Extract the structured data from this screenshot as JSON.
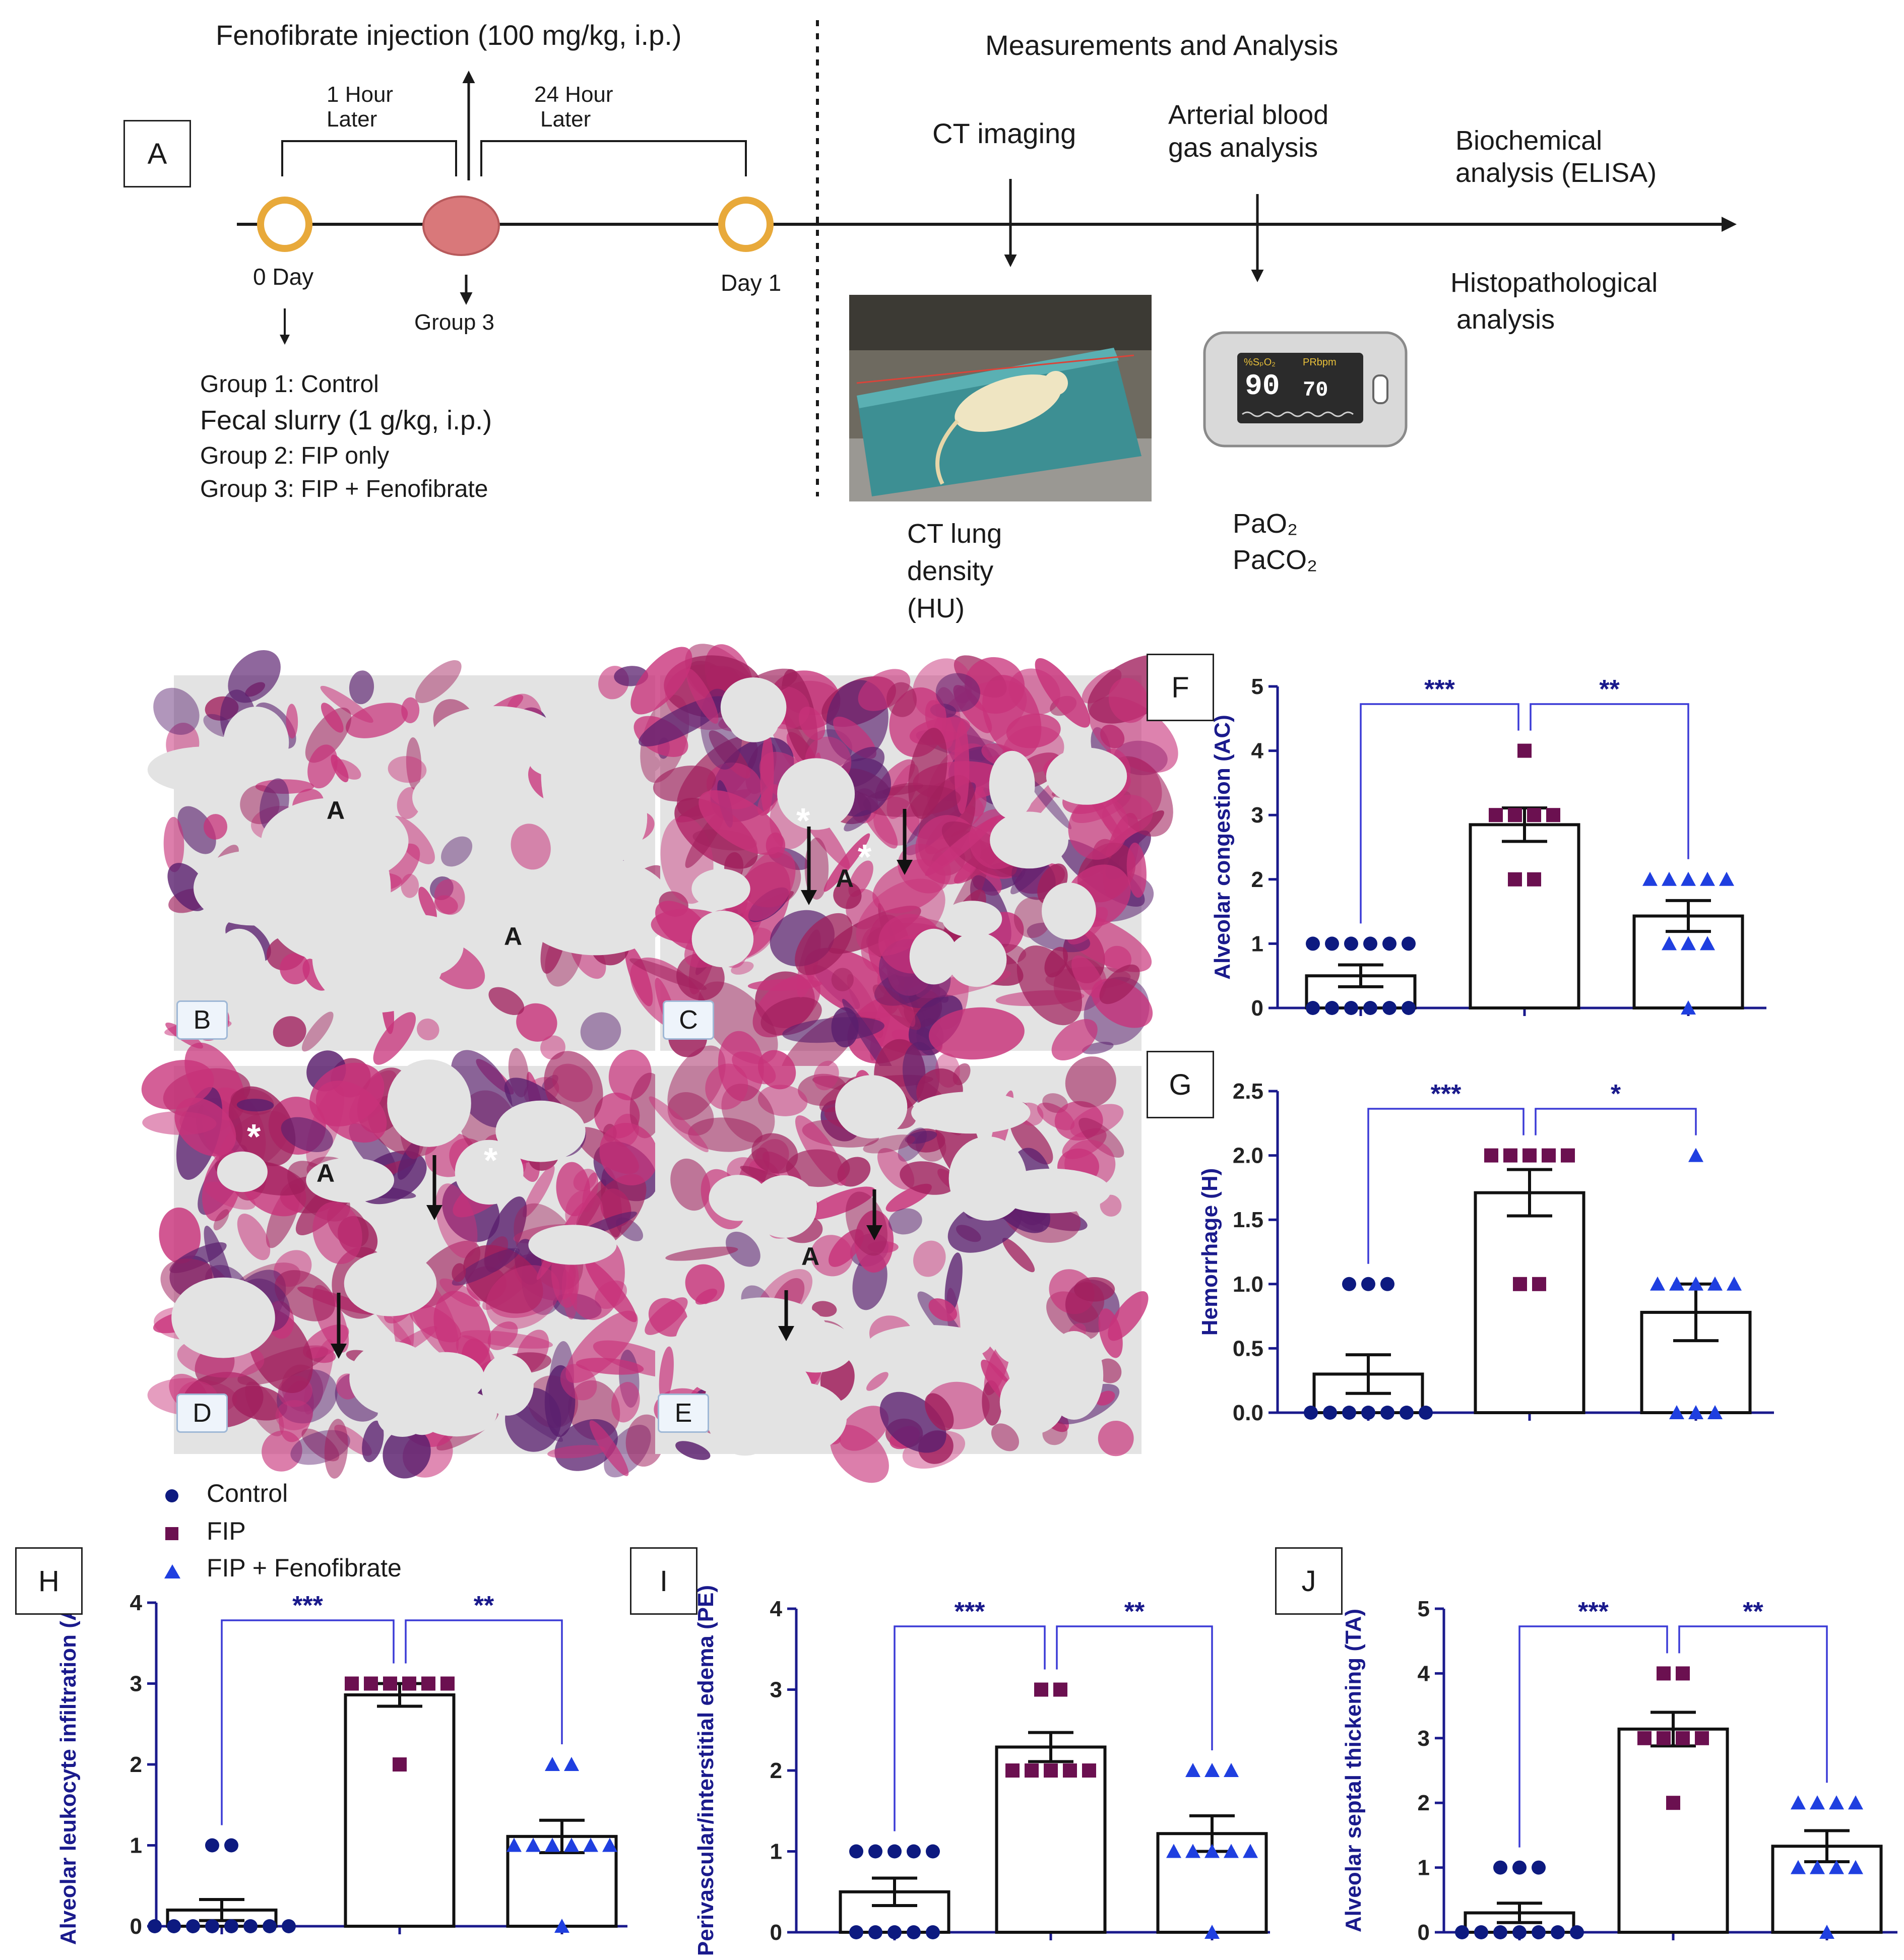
{
  "panel_labels": {
    "a": "A",
    "b": "B",
    "c": "C",
    "d": "D",
    "e": "E",
    "f": "F",
    "g": "G",
    "h": "H",
    "i": "I",
    "j": "J"
  },
  "timeline": {
    "injection": "Fenofibrate injection (100 mg/kg, i.p.)",
    "one_hour_1": "1 Hour",
    "one_hour_2": "Later",
    "day_hour_1": "24 Hour",
    "day_hour_2": "Later",
    "day0": "0 Day",
    "group3": "Group 3",
    "day1": "Day 1",
    "groups": [
      "Group 1: Control",
      "Fecal slurry (1 g/kg, i.p.)",
      "Group 2: FIP only",
      "Group 3: FIP + Fenofibrate"
    ],
    "measurements_title": "Measurements and Analysis",
    "ct_imaging": "CT imaging",
    "abg_1": "Arterial blood",
    "abg_2": "gas analysis",
    "biochem_1": "Biochemical",
    "biochem_2": "analysis (ELISA)",
    "histo_1": "Histopathological",
    "histo_2": "analysis",
    "ct_density": [
      "CT lung",
      "density",
      "(HU)"
    ],
    "pao2": "PaO₂",
    "paco2": "PaCO₂",
    "oximeter": {
      "spo2_label": "%SₚO₂",
      "pr_label": "PRbpm",
      "spo2": "90",
      "pr": "70"
    }
  },
  "micro_marks": {
    "alveolus": "A",
    "star": "*"
  },
  "legend": [
    "Control",
    "FIP",
    "FIP + Fenofibrate"
  ],
  "colors": {
    "control": "#0d1a80",
    "fip": "#6b1050",
    "feno": "#1f3fe0",
    "axis": "#1a1a8c",
    "bracket": "#3b3bd6",
    "he_pink": "#c8327a",
    "he_bg": "#e3e3e3",
    "timeline_ring": "#e8a93a",
    "timeline_dot": "#d9787a"
  },
  "chart_data": [
    {
      "id": "F",
      "type": "bar",
      "ylabel": "Alveolar congestion (AC)",
      "ylim": [
        0,
        5
      ],
      "yticks": [
        "0",
        "1",
        "2",
        "3",
        "4",
        "5"
      ],
      "categories": [
        "Control",
        "FIP",
        "FIP + Fenofibrate"
      ],
      "means": [
        0.5,
        2.85,
        1.43
      ],
      "sem": [
        0.17,
        0.26,
        0.24
      ],
      "points": [
        [
          1,
          1,
          1,
          1,
          1,
          1,
          0,
          0,
          0,
          0,
          0,
          0
        ],
        [
          4,
          3,
          3,
          3,
          3,
          2,
          2
        ],
        [
          2,
          2,
          2,
          2,
          2,
          1,
          1,
          1,
          0
        ]
      ],
      "sig": [
        {
          "from": 0,
          "to": 1,
          "label": "***"
        },
        {
          "from": 1,
          "to": 2,
          "label": "**"
        }
      ]
    },
    {
      "id": "G",
      "type": "bar",
      "ylabel": "Hemorrhage (H)",
      "ylim": [
        0,
        2.5
      ],
      "yticks": [
        "0.0",
        "0.5",
        "1.0",
        "1.5",
        "2.0",
        "2.5"
      ],
      "categories": [
        "Control",
        "FIP",
        "FIP + Fenofibrate"
      ],
      "means": [
        0.3,
        1.71,
        0.78
      ],
      "sem": [
        0.15,
        0.18,
        0.22
      ],
      "points": [
        [
          1,
          1,
          1,
          0,
          0,
          0,
          0,
          0,
          0,
          0
        ],
        [
          2,
          2,
          2,
          2,
          2,
          1,
          1
        ],
        [
          2,
          1,
          1,
          1,
          1,
          1,
          0,
          0,
          0
        ]
      ],
      "sig": [
        {
          "from": 0,
          "to": 1,
          "label": "***"
        },
        {
          "from": 1,
          "to": 2,
          "label": "*"
        }
      ]
    },
    {
      "id": "H",
      "type": "bar",
      "ylabel": "Alveolar leukocyte infiltration (AL)",
      "ylim": [
        0,
        4
      ],
      "yticks": [
        "0",
        "1",
        "2",
        "3",
        "4"
      ],
      "categories": [
        "Control",
        "FIP",
        "FIP + Fenofibrate"
      ],
      "means": [
        0.2,
        2.86,
        1.11
      ],
      "sem": [
        0.13,
        0.14,
        0.2
      ],
      "points": [
        [
          1,
          1,
          0,
          0,
          0,
          0,
          0,
          0,
          0,
          0
        ],
        [
          3,
          3,
          3,
          3,
          3,
          3,
          2
        ],
        [
          2,
          2,
          1,
          1,
          1,
          1,
          1,
          1,
          0
        ]
      ],
      "sig": [
        {
          "from": 0,
          "to": 1,
          "label": "***"
        },
        {
          "from": 1,
          "to": 2,
          "label": "**"
        }
      ]
    },
    {
      "id": "I",
      "type": "bar",
      "ylabel": "Perivascular/interstitial edema (PE)",
      "ylim": [
        0,
        4
      ],
      "yticks": [
        "0",
        "1",
        "2",
        "3",
        "4"
      ],
      "categories": [
        "Control",
        "FIP",
        "FIP + Fenofibrate"
      ],
      "means": [
        0.5,
        2.29,
        1.22
      ],
      "sem": [
        0.17,
        0.18,
        0.22
      ],
      "points": [
        [
          1,
          1,
          1,
          1,
          1,
          0,
          0,
          0,
          0,
          0
        ],
        [
          3,
          3,
          2,
          2,
          2,
          2,
          2
        ],
        [
          2,
          2,
          2,
          1,
          1,
          1,
          1,
          1,
          0
        ]
      ],
      "sig": [
        {
          "from": 0,
          "to": 1,
          "label": "***"
        },
        {
          "from": 1,
          "to": 2,
          "label": "**"
        }
      ]
    },
    {
      "id": "J",
      "type": "bar",
      "ylabel": "Alveolar septal thickening (TA)",
      "ylim": [
        0,
        5
      ],
      "yticks": [
        "0",
        "1",
        "2",
        "3",
        "4",
        "5"
      ],
      "categories": [
        "Control",
        "FIP",
        "FIP + Fenofibrate"
      ],
      "means": [
        0.3,
        3.14,
        1.33
      ],
      "sem": [
        0.15,
        0.26,
        0.24
      ],
      "points": [
        [
          1,
          1,
          1,
          0,
          0,
          0,
          0,
          0,
          0,
          0
        ],
        [
          4,
          4,
          3,
          3,
          3,
          3,
          2
        ],
        [
          2,
          2,
          2,
          2,
          1,
          1,
          1,
          1,
          0
        ]
      ],
      "sig": [
        {
          "from": 0,
          "to": 1,
          "label": "***"
        },
        {
          "from": 1,
          "to": 2,
          "label": "**"
        }
      ]
    }
  ]
}
